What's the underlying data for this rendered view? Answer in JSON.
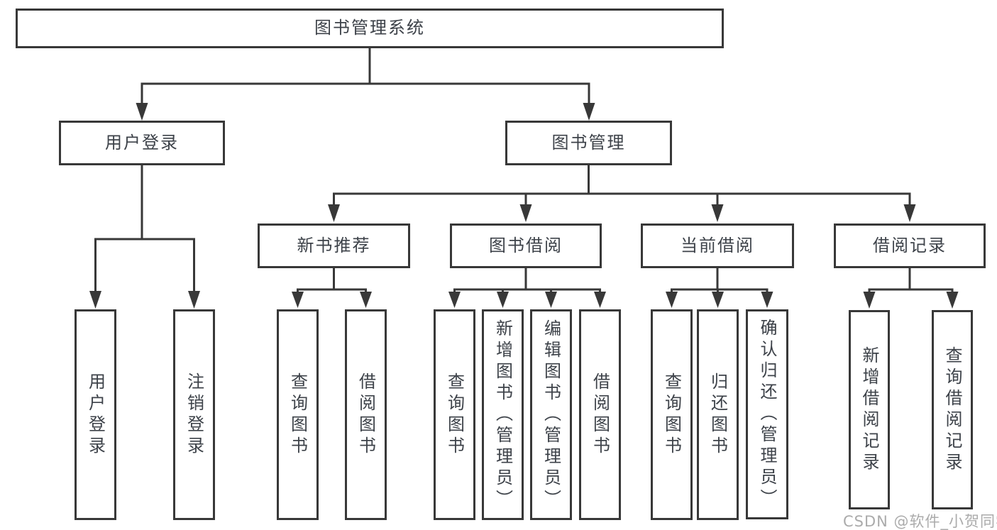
{
  "tree": {
    "root": {
      "label": "图书管理系统"
    },
    "branches": [
      {
        "label": "用户登录",
        "children": [
          {
            "label": "用户登录"
          },
          {
            "label": "注销登录"
          }
        ]
      },
      {
        "label": "图书管理",
        "sections": [
          {
            "label": "新书推荐",
            "children": [
              {
                "label": "查询图书"
              },
              {
                "label": "借阅图书"
              }
            ]
          },
          {
            "label": "图书借阅",
            "children": [
              {
                "label": "查询图书"
              },
              {
                "label": "新增图书（管理员）"
              },
              {
                "label": "编辑图书（管理员）"
              },
              {
                "label": "借阅图书"
              }
            ]
          },
          {
            "label": "当前借阅",
            "children": [
              {
                "label": "查询图书"
              },
              {
                "label": "归还图书"
              },
              {
                "label": "确认归还（管理员）"
              }
            ]
          },
          {
            "label": "借阅记录",
            "children": [
              {
                "label": "新增借阅记录"
              },
              {
                "label": "查询借阅记录"
              }
            ]
          }
        ]
      }
    ]
  },
  "watermark": {
    "text": "CSDN @软件_小贺同学"
  },
  "colors": {
    "line": "#383838",
    "box_border": "#383838",
    "text": "#3d4249",
    "watermark": "#a2a2a2",
    "background": "#ffffff"
  }
}
